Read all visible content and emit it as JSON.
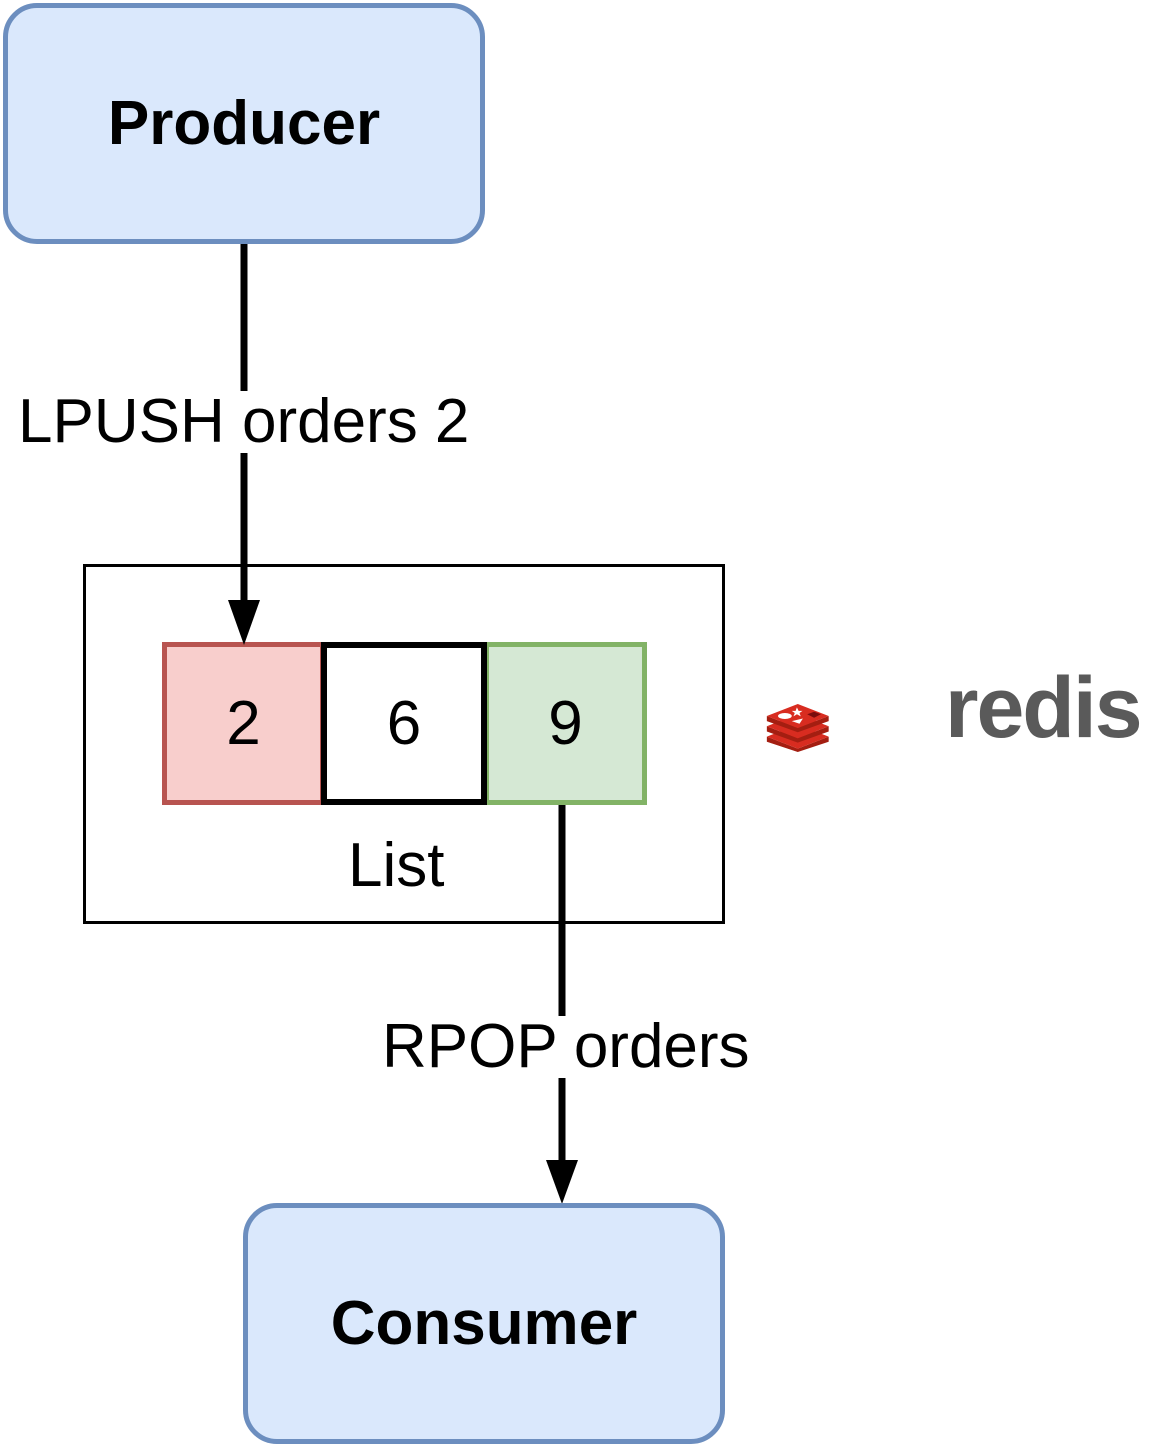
{
  "nodes": {
    "producer": "Producer",
    "consumer": "Consumer"
  },
  "list": {
    "label": "List",
    "items": [
      "2",
      "6",
      "9"
    ]
  },
  "edges": {
    "push_label": "LPUSH orders 2",
    "pop_label": "RPOP orders"
  },
  "logo": {
    "icon": "redis-cube-icon",
    "wordmark": "redis",
    "brand_color": "#d82c20",
    "text_color": "#5a5a5a"
  },
  "colors": {
    "node_fill": "#dae8fc",
    "node_stroke": "#6c8ebf",
    "head_fill": "#f8cecc",
    "head_stroke": "#b85450",
    "tail_fill": "#d5e8d4",
    "tail_stroke": "#82b366"
  }
}
